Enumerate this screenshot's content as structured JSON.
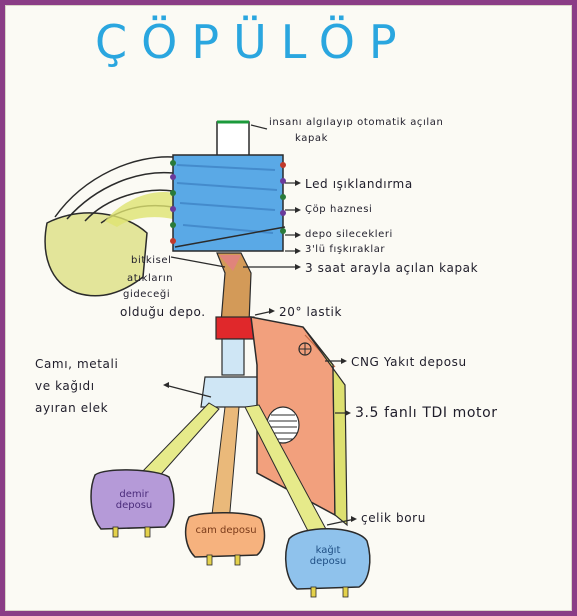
{
  "title": "ÇÖPÜLÖP",
  "labels": {
    "lid_sensor_1": "insanı algılayıp otomatik açılan",
    "lid_sensor_2": "kapak",
    "led": "Led ışıklandırma",
    "chamber": "Çöp haznesi",
    "wipers": "depo silecekleri",
    "fan": "3'lü fışkıraklar",
    "timed_lid": "3 saat arayla açılan kapak",
    "plant_1": "bitkisel",
    "plant_2": "atıkların",
    "plant_3": "gideceği",
    "plant_4": "olduğu depo.",
    "flap": "20° lastik",
    "cng": "CNG Yakıt deposu",
    "sieve_1": "Camı, metali",
    "sieve_2": "ve kağıdı",
    "sieve_3": "ayıran elek",
    "motor": "3.5 fanlı TDI motor",
    "pipe": "çelik boru"
  },
  "tanks": {
    "metal": "demir deposu",
    "glass": "cam deposu",
    "paper": "kağıt deposu"
  },
  "colors": {
    "title": "#2aa6df",
    "frame": "#8a3d86",
    "chamber": "#5aa9e6",
    "plant_tank": "#e3e59a",
    "red_flap": "#e0282b",
    "cng_tank": "#f2a07d",
    "metal_tank": "#b59ad8",
    "glass_tank": "#f6b27e",
    "paper_tank": "#8fc2ec"
  }
}
